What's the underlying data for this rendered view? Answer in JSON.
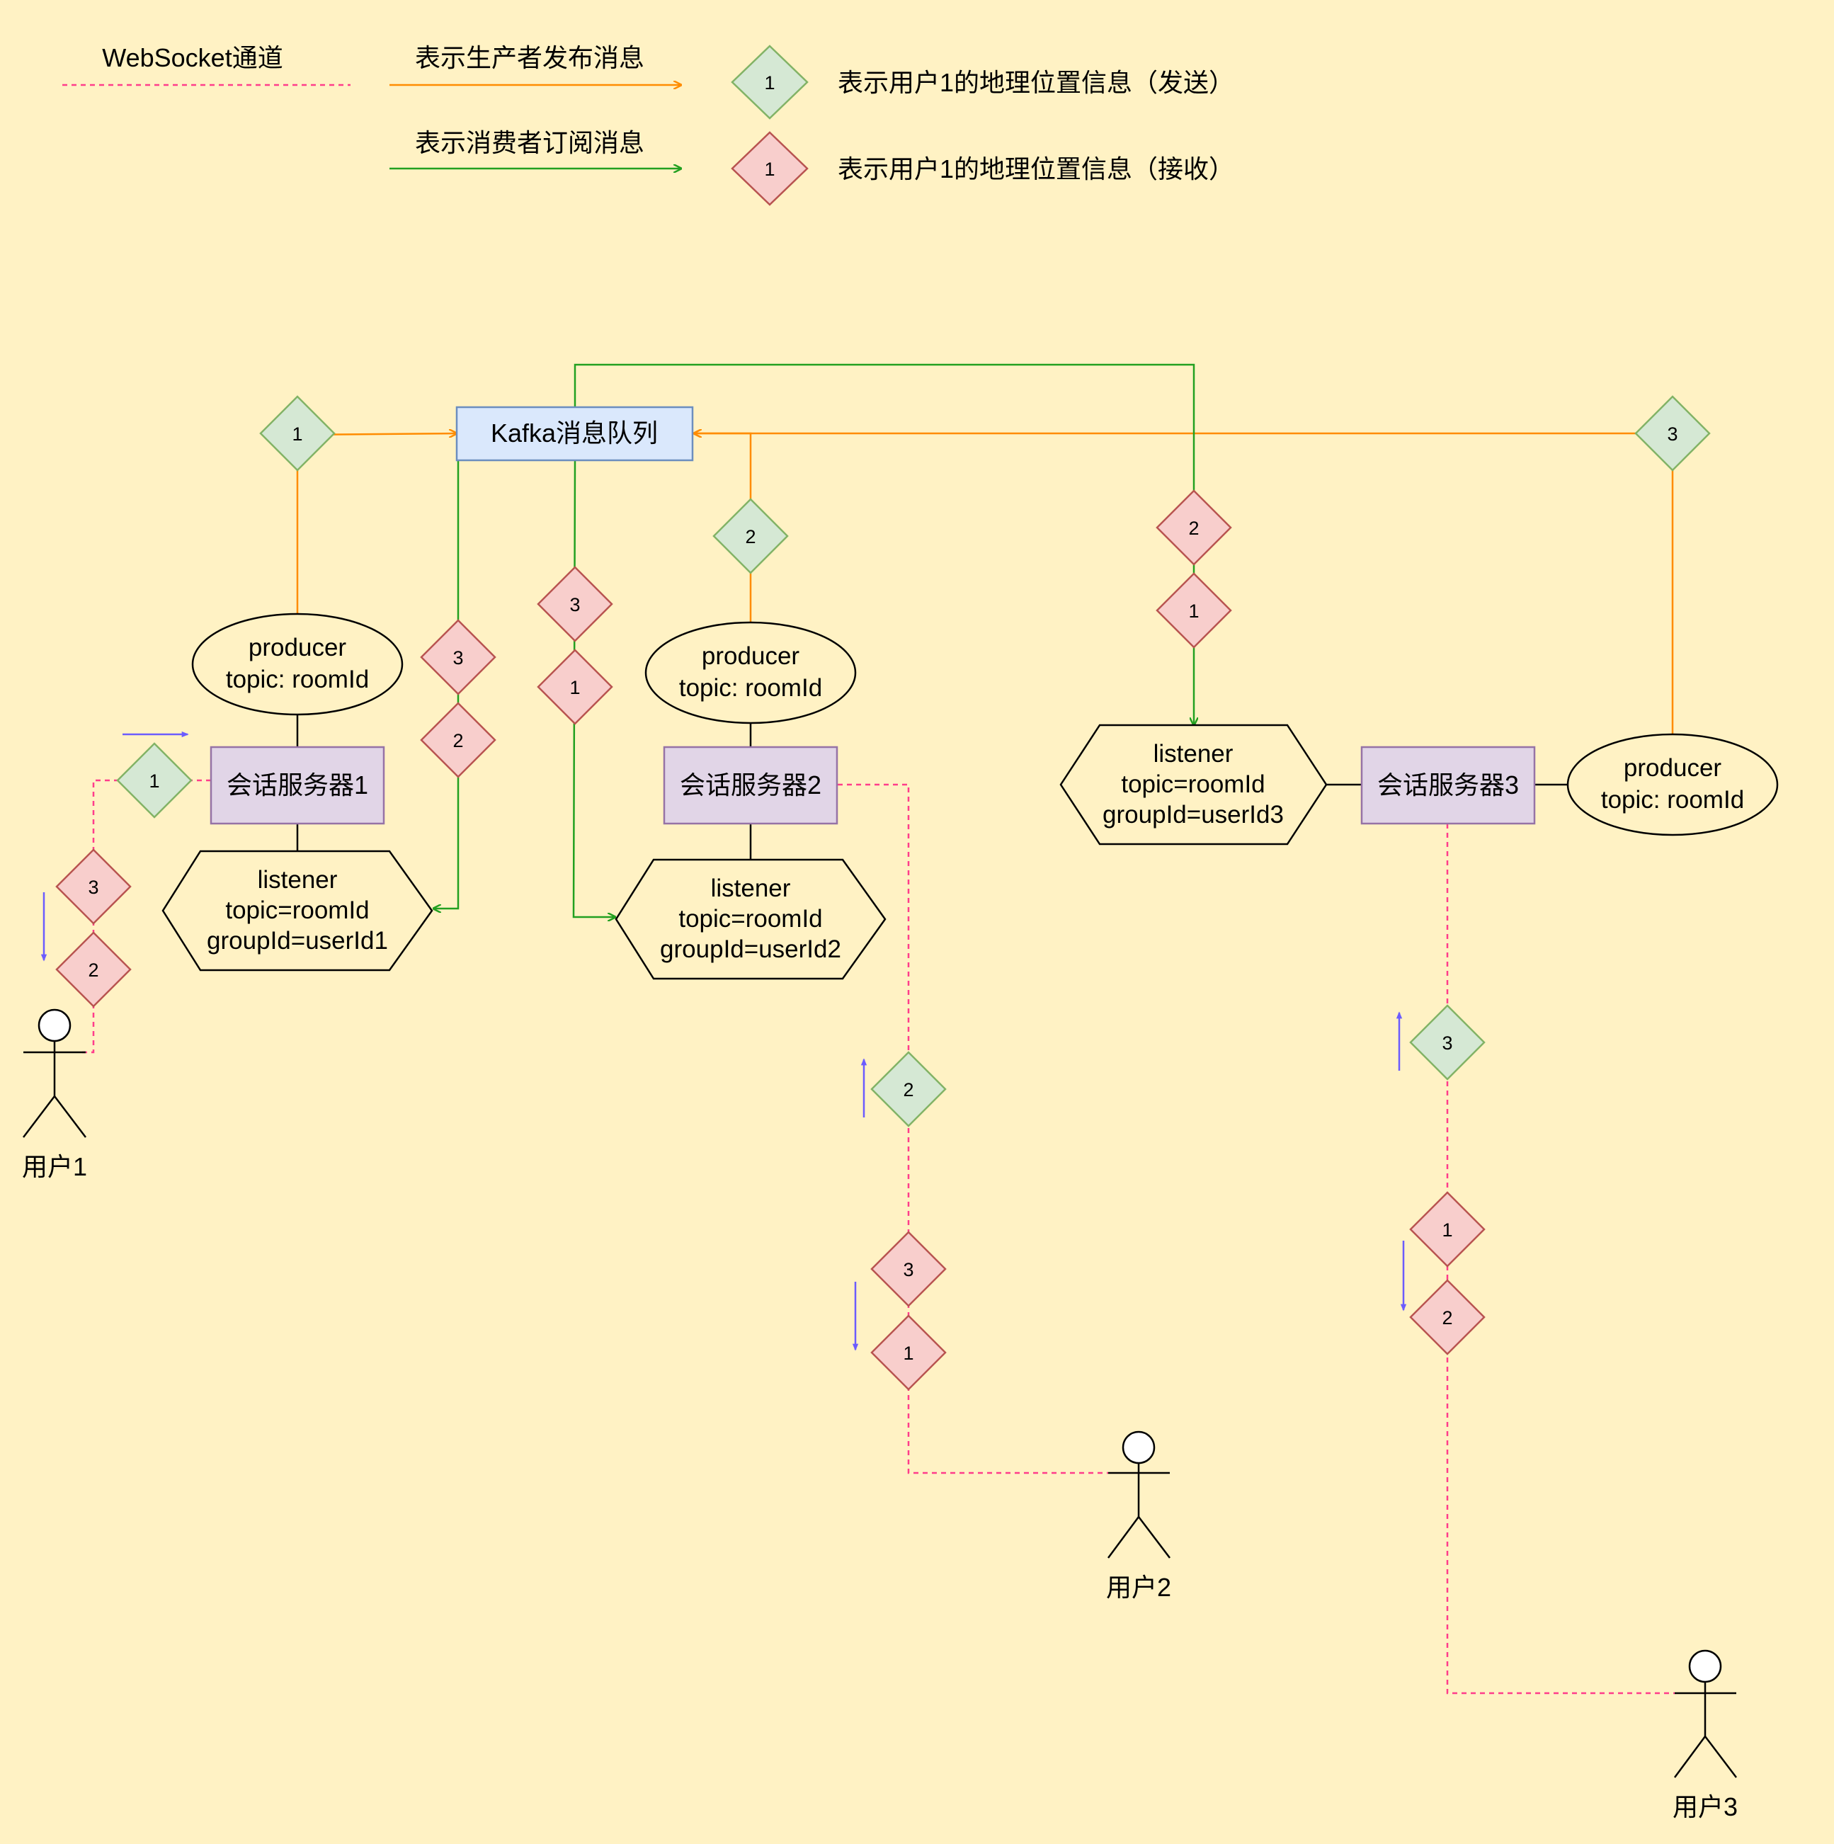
{
  "colors": {
    "background": "#fff2c4",
    "publish": "#ff8c00",
    "subscribe": "#22a020",
    "websocket": "#ff3d8b",
    "direction_arrow": "#6b5cff",
    "send_diamond_fill": "#d5e8d4",
    "send_diamond_stroke": "#82b366",
    "recv_diamond_fill": "#f8cecc",
    "recv_diamond_stroke": "#b85450",
    "kafka_fill": "#dae8fc",
    "kafka_stroke": "#6c8ebf",
    "server_fill": "#e1d5e7",
    "server_stroke": "#9673a6"
  },
  "legend": {
    "websocket": "WebSocket通道",
    "publish": "表示生产者发布消息",
    "subscribe": "表示消费者订阅消息",
    "send_symbol": "1",
    "send_desc": "表示用户1的地理位置信息（发送）",
    "recv_symbol": "1",
    "recv_desc": "表示用户1的地理位置信息（接收）"
  },
  "kafka": {
    "label": "Kafka消息队列"
  },
  "servers": [
    {
      "label": "会话服务器1"
    },
    {
      "label": "会话服务器2"
    },
    {
      "label": "会话服务器3"
    }
  ],
  "producers": [
    {
      "line1": "producer",
      "line2": "topic: roomId"
    },
    {
      "line1": "producer",
      "line2": "topic: roomId"
    },
    {
      "line1": "producer",
      "line2": "topic: roomId"
    }
  ],
  "listeners": [
    {
      "line1": "listener",
      "line2": "topic=roomId",
      "line3": "groupId=userId1"
    },
    {
      "line1": "listener",
      "line2": "topic=roomId",
      "line3": "groupId=userId2"
    },
    {
      "line1": "listener",
      "line2": "topic=roomId",
      "line3": "groupId=userId3"
    }
  ],
  "users": [
    {
      "label": "用户1"
    },
    {
      "label": "用户2"
    },
    {
      "label": "用户3"
    }
  ],
  "messages": [
    {
      "kind": "send",
      "label": "1"
    },
    {
      "kind": "send",
      "label": "2"
    },
    {
      "kind": "send",
      "label": "3"
    },
    {
      "kind": "recv",
      "label": "3"
    },
    {
      "kind": "recv",
      "label": "2"
    },
    {
      "kind": "recv",
      "label": "3"
    },
    {
      "kind": "recv",
      "label": "1"
    },
    {
      "kind": "recv",
      "label": "2"
    },
    {
      "kind": "recv",
      "label": "1"
    },
    {
      "kind": "send",
      "label": "1"
    },
    {
      "kind": "recv",
      "label": "3"
    },
    {
      "kind": "recv",
      "label": "2"
    },
    {
      "kind": "send",
      "label": "2"
    },
    {
      "kind": "recv",
      "label": "3"
    },
    {
      "kind": "recv",
      "label": "1"
    },
    {
      "kind": "send",
      "label": "3"
    },
    {
      "kind": "recv",
      "label": "1"
    },
    {
      "kind": "recv",
      "label": "2"
    }
  ]
}
